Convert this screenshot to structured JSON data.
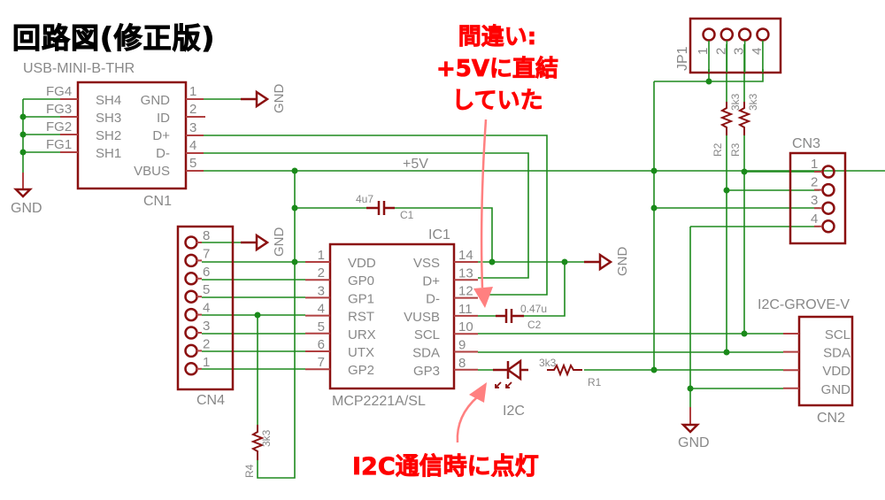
{
  "title": "回路図(修正版)",
  "annotations": {
    "mistake_note": [
      "間違い:",
      "+5Vに直結",
      "していた"
    ],
    "led_note": "I2C通信時に点灯"
  },
  "colors": {
    "wire": "#1e8a1e",
    "part_outline": "#8b1010",
    "pin": "#b04040",
    "label_text": "#888888",
    "annotation": "#ff0000",
    "arrow": "#ff8080"
  },
  "net_labels": {
    "plus5v": "+5V",
    "gnd": "GND"
  },
  "cn1": {
    "part": "USB-MINI-B-THR",
    "ref": "CN1",
    "left_pins": [
      "FG4",
      "FG3",
      "FG2",
      "FG1"
    ],
    "inner_left": [
      "SH4",
      "SH3",
      "SH2",
      "SH1"
    ],
    "inner_right": [
      "GND",
      "ID",
      "D+",
      "D-",
      "VBUS"
    ],
    "pin_numbers": [
      "1",
      "2",
      "3",
      "4",
      "5"
    ]
  },
  "ic1": {
    "ref": "IC1",
    "part": "MCP2221A/SL",
    "left_pins": [
      {
        "num": "1",
        "name": "VDD"
      },
      {
        "num": "2",
        "name": "GP0"
      },
      {
        "num": "3",
        "name": "GP1"
      },
      {
        "num": "4",
        "name": "RST"
      },
      {
        "num": "5",
        "name": "URX"
      },
      {
        "num": "6",
        "name": "UTX"
      },
      {
        "num": "7",
        "name": "GP2"
      }
    ],
    "right_pins": [
      {
        "num": "14",
        "name": "VSS"
      },
      {
        "num": "13",
        "name": "D+"
      },
      {
        "num": "12",
        "name": "D-"
      },
      {
        "num": "11",
        "name": "VUSB"
      },
      {
        "num": "10",
        "name": "SCL"
      },
      {
        "num": "9",
        "name": "SDA"
      },
      {
        "num": "8",
        "name": "GP3"
      }
    ]
  },
  "c1": {
    "ref": "C1",
    "value": "4u7"
  },
  "c2": {
    "ref": "C2",
    "value": "0.47u"
  },
  "r1": {
    "ref": "R1",
    "value": "3k3"
  },
  "r2": {
    "ref": "R2",
    "value": "3k3"
  },
  "r3": {
    "ref": "R3",
    "value": "3k3"
  },
  "r4": {
    "ref": "R4",
    "value": "3k3"
  },
  "led": {
    "ref": "I2C"
  },
  "cn4": {
    "ref": "CN4",
    "pins": [
      "8",
      "7",
      "6",
      "5",
      "4",
      "3",
      "2",
      "1"
    ]
  },
  "jp1": {
    "ref": "JP1",
    "pins": [
      "1",
      "2",
      "3",
      "4"
    ]
  },
  "cn3": {
    "ref": "CN3",
    "pins": [
      "1",
      "2",
      "3",
      "4"
    ]
  },
  "cn2": {
    "part": "I2C-GROVE-V",
    "ref": "CN2",
    "pins": [
      "SCL",
      "SDA",
      "VDD",
      "GND"
    ]
  }
}
